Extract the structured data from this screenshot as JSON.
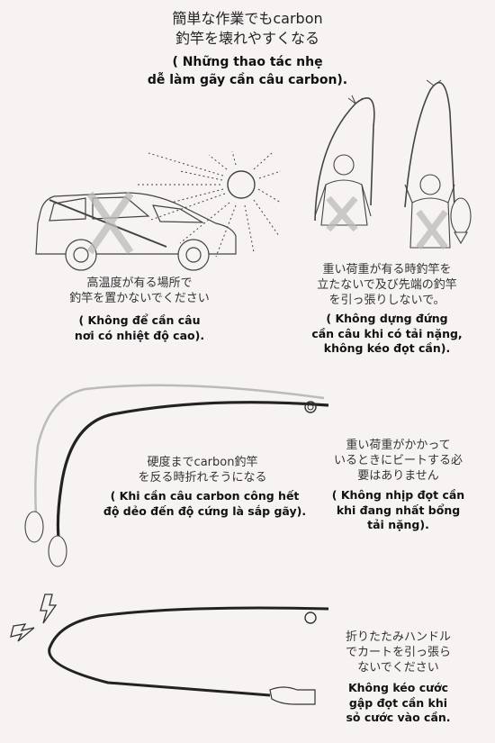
{
  "header": {
    "title_jp": [
      "簡単な作業でもcarbon",
      "釣竿を壊れやすくなる"
    ],
    "title_vi": [
      "( Những thao tác nhẹ",
      "dễ làm gãy cần câu carbon)."
    ]
  },
  "tips": [
    {
      "jp": [
        "高温度が有る場所で",
        "釣竿を置かないでください"
      ],
      "vi": [
        "( Không để cần câu",
        "nơi có nhiệt độ cao)."
      ]
    },
    {
      "jp": [
        "重い荷重が有る時釣竿を",
        "立たないで及び先端の釣竿",
        "を引っ張りしないで。"
      ],
      "vi": [
        "( Không dựng đứng",
        "cần câu khi có tải nặng,",
        "không kéo đọt cần)."
      ]
    },
    {
      "jp": [
        "硬度までcarbon釣竿",
        "を反る時折れそうになる"
      ],
      "vi": [
        "( Khi cần câu carbon công hết",
        "độ dẻo đến độ cứng là sắp gãy)."
      ]
    },
    {
      "jp": [
        "重い荷重がかかって",
        "いるときにビートする必",
        "要はありません"
      ],
      "vi": [
        "( Không nhịp đọt cần",
        "khi đang nhất bổng",
        "tải nặng)."
      ]
    },
    {
      "jp": [
        "折りたたみハンドル",
        "でカートを引っ張ら",
        "ないでください"
      ],
      "vi": [
        "Không kéo cước",
        "gập đọt cần khi",
        "sỏ cước vào cần."
      ]
    }
  ],
  "icons": [
    "sun-icon",
    "car-icon",
    "cross-mark-icon",
    "angler-icon",
    "fish-icon",
    "lightning-icon",
    "fishing-rod-icon",
    "hand-icon"
  ]
}
